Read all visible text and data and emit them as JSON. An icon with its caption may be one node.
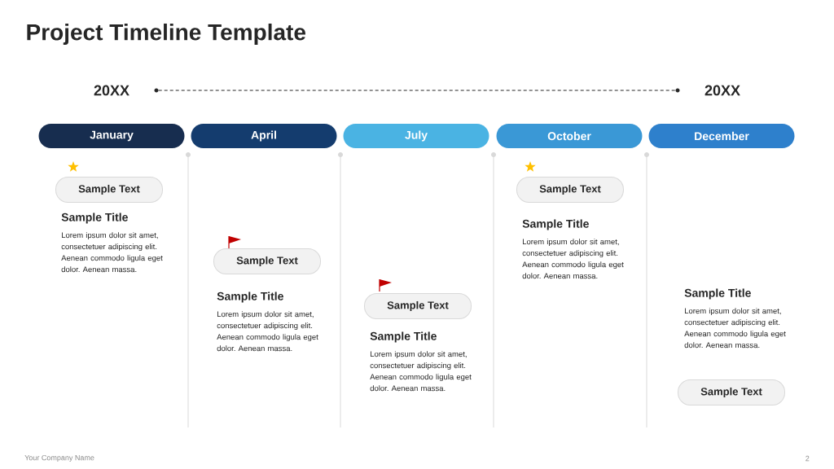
{
  "diagram": {
    "title": "Project Timeline Template",
    "nodes": [
      {
        "text": [
          "20XX"
        ]
      },
      {
        "text": [],
        "shape": "circle"
      },
      {
        "text": [],
        "shape": "circle"
      },
      {
        "text": [
          "20XX"
        ]
      },
      {
        "text": [
          "January"
        ]
      },
      {
        "text": [
          "April"
        ]
      },
      {
        "text": [
          "July"
        ]
      },
      {
        "text": [
          "October"
        ]
      },
      {
        "text": [
          "December"
        ]
      },
      {
        "text": [
          "Sample Text"
        ]
      },
      {
        "text": [
          "Sample Text"
        ]
      },
      {
        "text": [
          "Sample Text"
        ]
      },
      {
        "text": [
          "Sample Text"
        ]
      },
      {
        "text": [
          "Sample Text"
        ]
      }
    ],
    "edges": [
      {
        "from": 1,
        "to": 2,
        "arrow": "none",
        "style": "dashed"
      }
    ],
    "labels": [
      "Sample Title",
      "Lorem ipsum dolor sit amet, consectetuer adipiscing elit. Aenean commodo ligula eget dolor. Aenean massa.",
      "Sample Title",
      "Lorem ipsum dolor sit amet, consectetuer adipiscing elit. Aenean commodo ligula eget dolor. Aenean massa.",
      "Sample Title",
      "Lorem ipsum dolor sit amet, consectetuer adipiscing elit. Aenean commodo ligula eget dolor. Aenean massa.",
      "Sample Title",
      "Lorem ipsum dolor sit amet, consectetuer adipiscing elit. Aenean commodo ligula eget dolor. Aenean massa.",
      "Sample Title",
      "Lorem ipsum dolor sit amet, consectetuer adipiscing elit. Aenean commodo ligula eget dolor. Aenean massa.",
      "Your Company Name",
      "2"
    ]
  }
}
